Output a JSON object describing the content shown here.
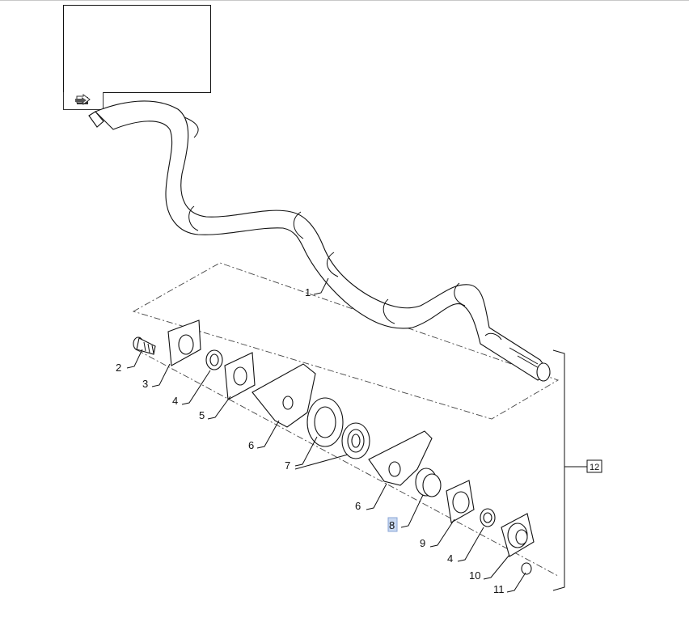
{
  "callouts": {
    "c1": "1",
    "c2": "2",
    "c3": "3",
    "c4a": "4",
    "c5": "5",
    "c6a": "6",
    "c7": "7",
    "c6b": "6",
    "c8": "8",
    "c9": "9",
    "c4b": "4",
    "c10": "10",
    "c11": "11",
    "c12": "12"
  },
  "colors": {
    "line": "#111111",
    "highlight": "#c9d9f2"
  },
  "icons": {
    "reference_tab": "arrow-back-icon"
  }
}
